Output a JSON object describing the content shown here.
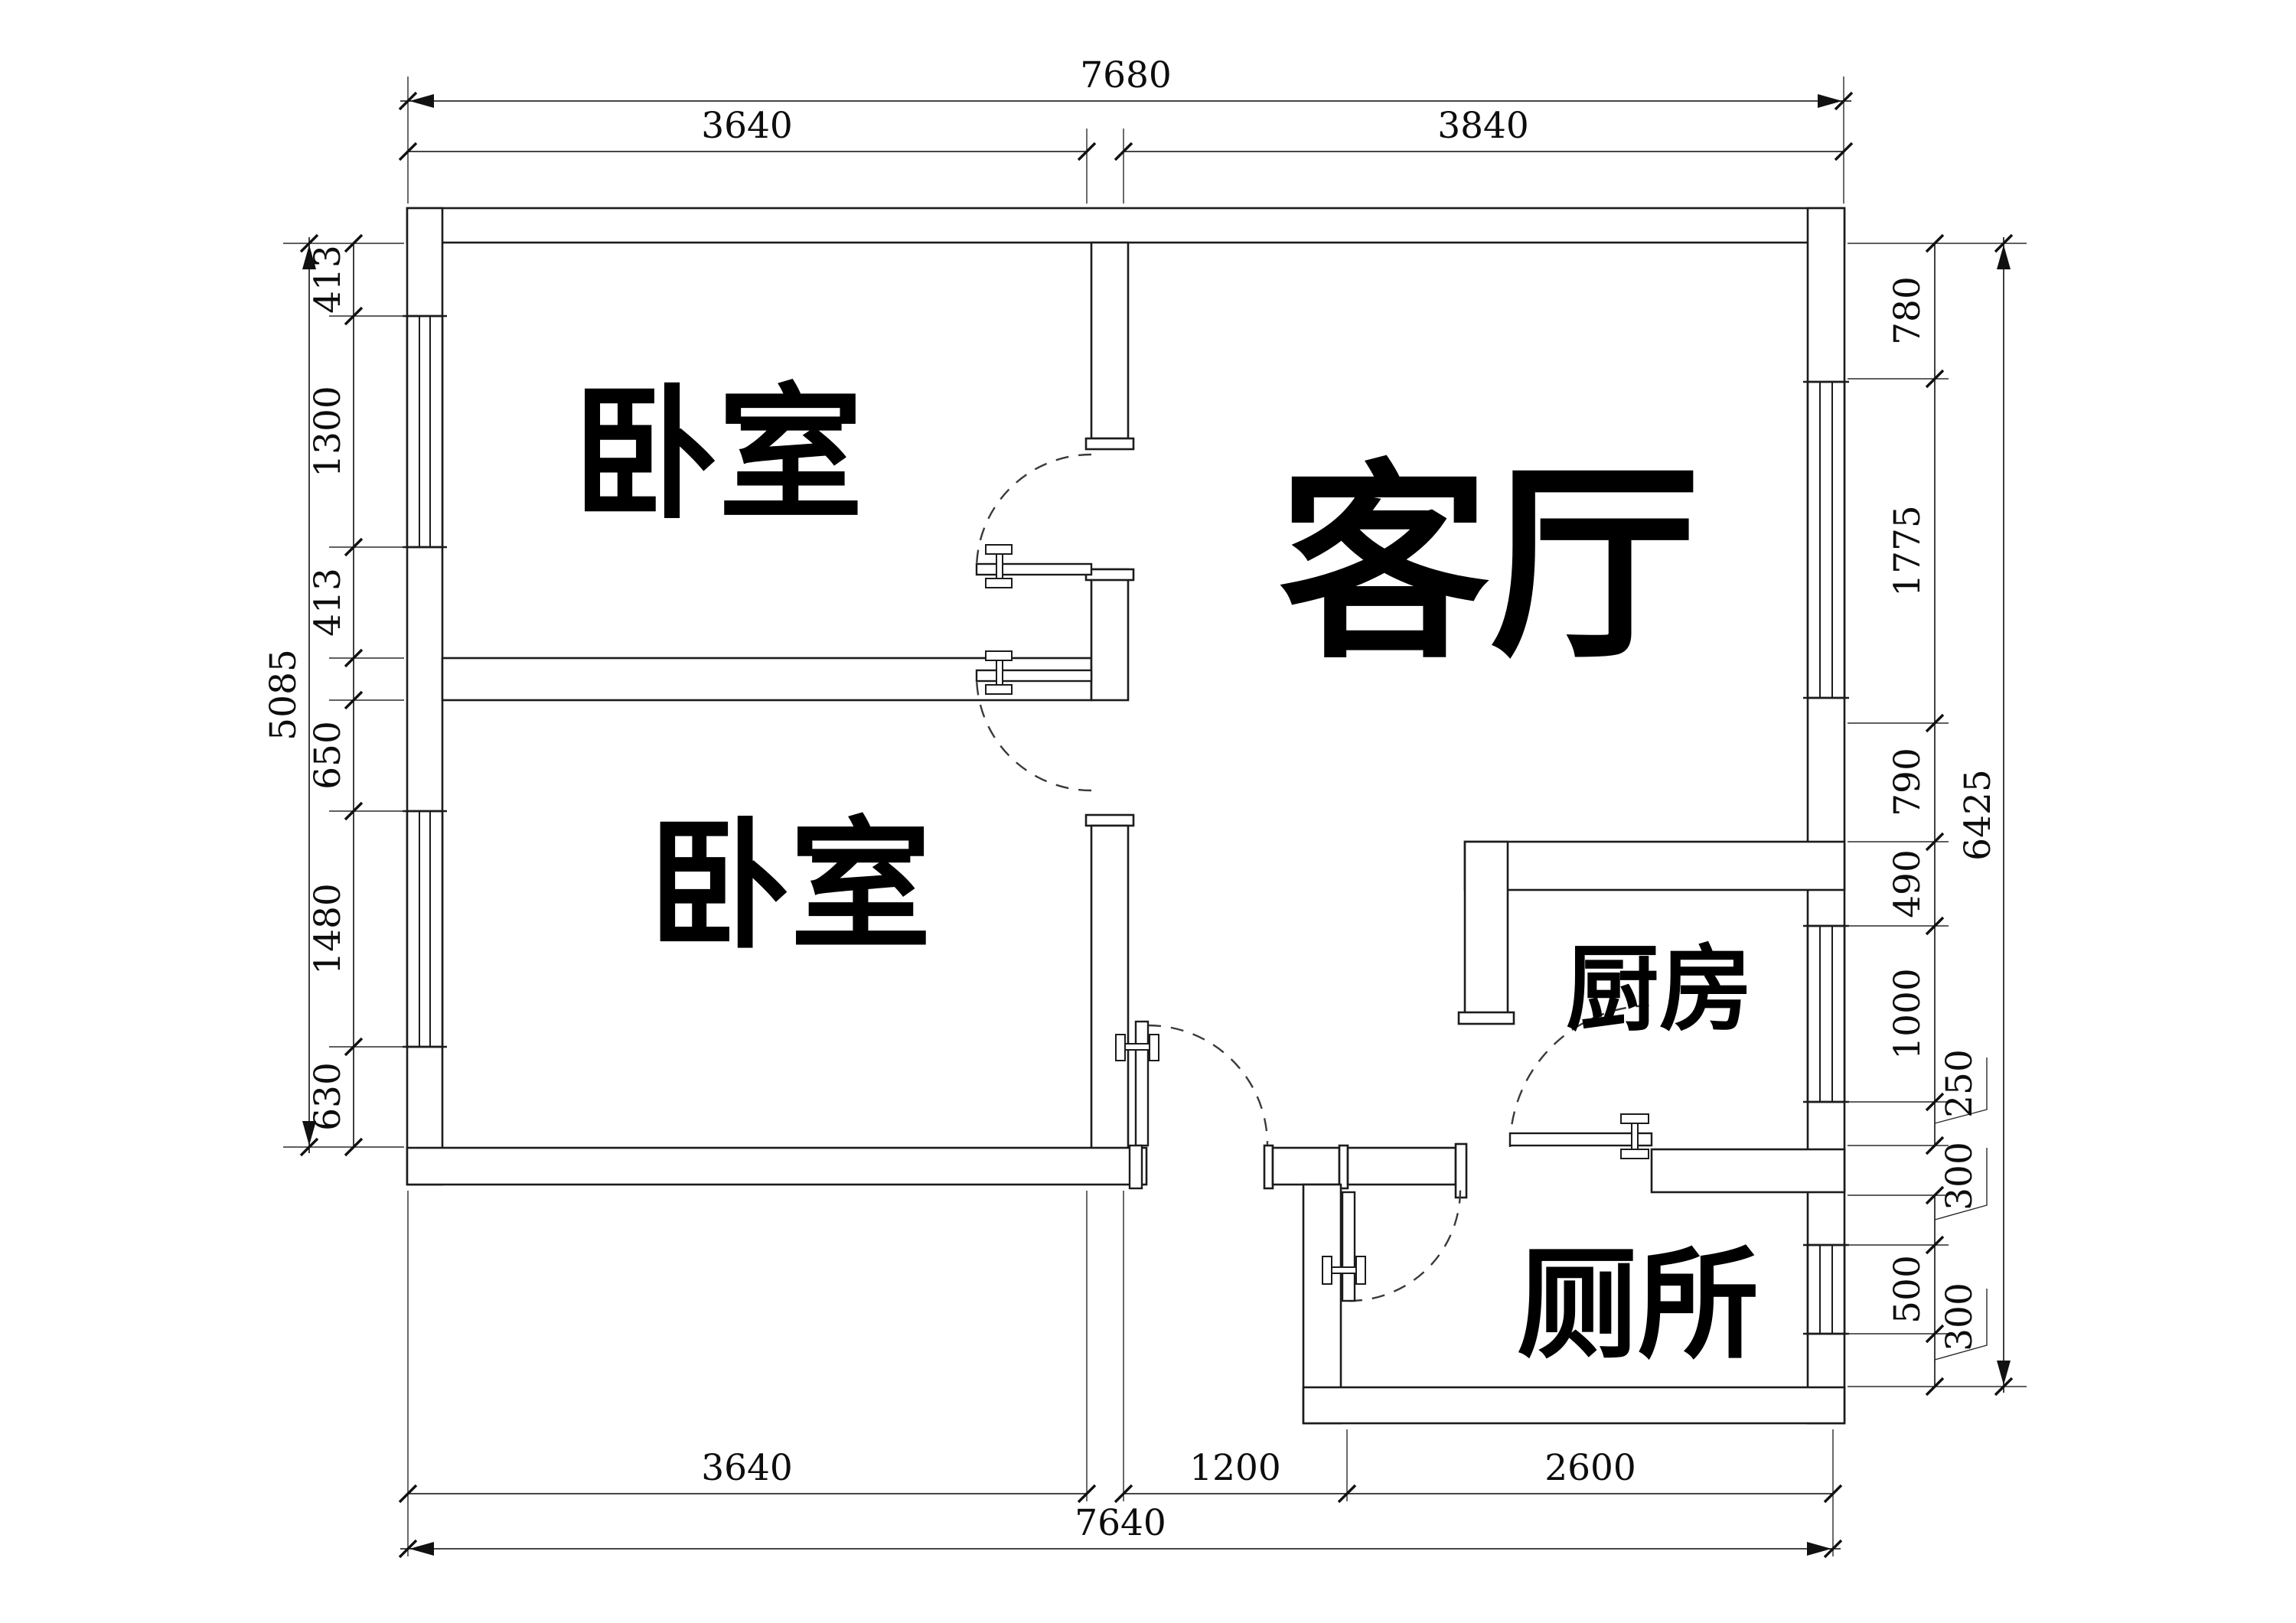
{
  "figure": {
    "type": "architectural-floor-plan",
    "background_color": "#ffffff",
    "line_color": "#1c1c1c",
    "units": "mm"
  },
  "rooms": [
    {
      "id": "bedroom-top",
      "label": "卧室"
    },
    {
      "id": "bedroom-bottom",
      "label": "卧室"
    },
    {
      "id": "living-room",
      "label": "客厅"
    },
    {
      "id": "kitchen",
      "label": "厨房"
    },
    {
      "id": "toilet",
      "label": "厕所"
    }
  ],
  "dimensions": {
    "top": {
      "overall": "7680",
      "segments": [
        "3640",
        "3840"
      ]
    },
    "bottom": {
      "overall": "7640",
      "segments": [
        "3640",
        "1200",
        "2600"
      ]
    },
    "left": {
      "overall": "5085",
      "segments": [
        "413",
        "1300",
        "413",
        "650",
        "1480",
        "630"
      ]
    },
    "right": {
      "overall": "6425",
      "segments": [
        "780",
        "1775",
        "790",
        "490",
        "1000",
        "250",
        "300",
        "500",
        "300"
      ]
    }
  }
}
